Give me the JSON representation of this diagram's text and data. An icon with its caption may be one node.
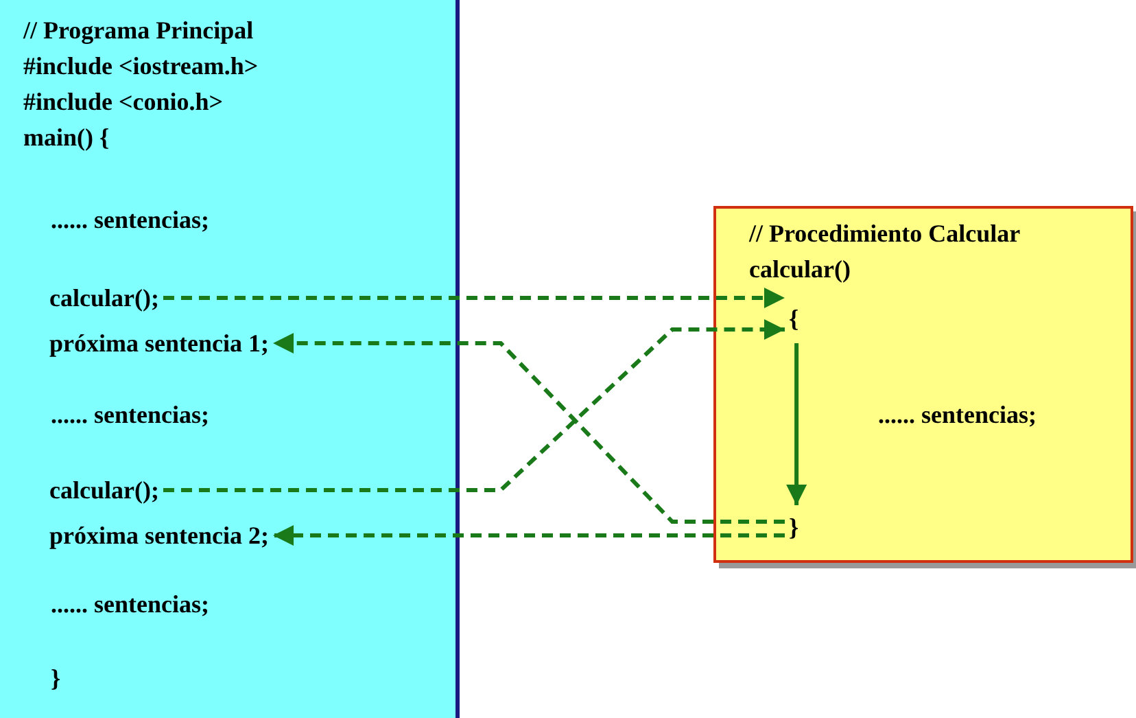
{
  "diagram": {
    "nodes": [
      {
        "text": [
          "// Programa Principal",
          "#include <iostream.h>",
          "#include <conio.h>",
          "main()   {",
          "...... sentencias;",
          "...... sentencias;",
          "...... sentencias;",
          "}"
        ]
      },
      {
        "text": [
          "calcular();"
        ],
        "in": 0
      },
      {
        "text": [
          "próxima sentencia 1;"
        ],
        "in": 0
      },
      {
        "text": [
          "calcular();"
        ],
        "in": 0
      },
      {
        "text": [
          "próxima sentencia 2;"
        ],
        "in": 0
      },
      {
        "text": [
          "// Procedimiento Calcular",
          "calcular()",
          "...... sentencias;"
        ]
      },
      {
        "text": [
          "{"
        ],
        "in": 5
      },
      {
        "text": [
          "}"
        ],
        "in": 5
      }
    ],
    "edges": [
      {
        "from": 1,
        "to": 6,
        "arrow": "to",
        "style": "dashed"
      },
      {
        "from": 7,
        "to": 2,
        "arrow": "to",
        "style": "dashed"
      },
      {
        "from": 3,
        "to": 6,
        "arrow": "to",
        "style": "dashed"
      },
      {
        "from": 7,
        "to": 4,
        "arrow": "to",
        "style": "dashed"
      },
      {
        "from": 6,
        "to": 7,
        "arrow": "to"
      }
    ]
  }
}
